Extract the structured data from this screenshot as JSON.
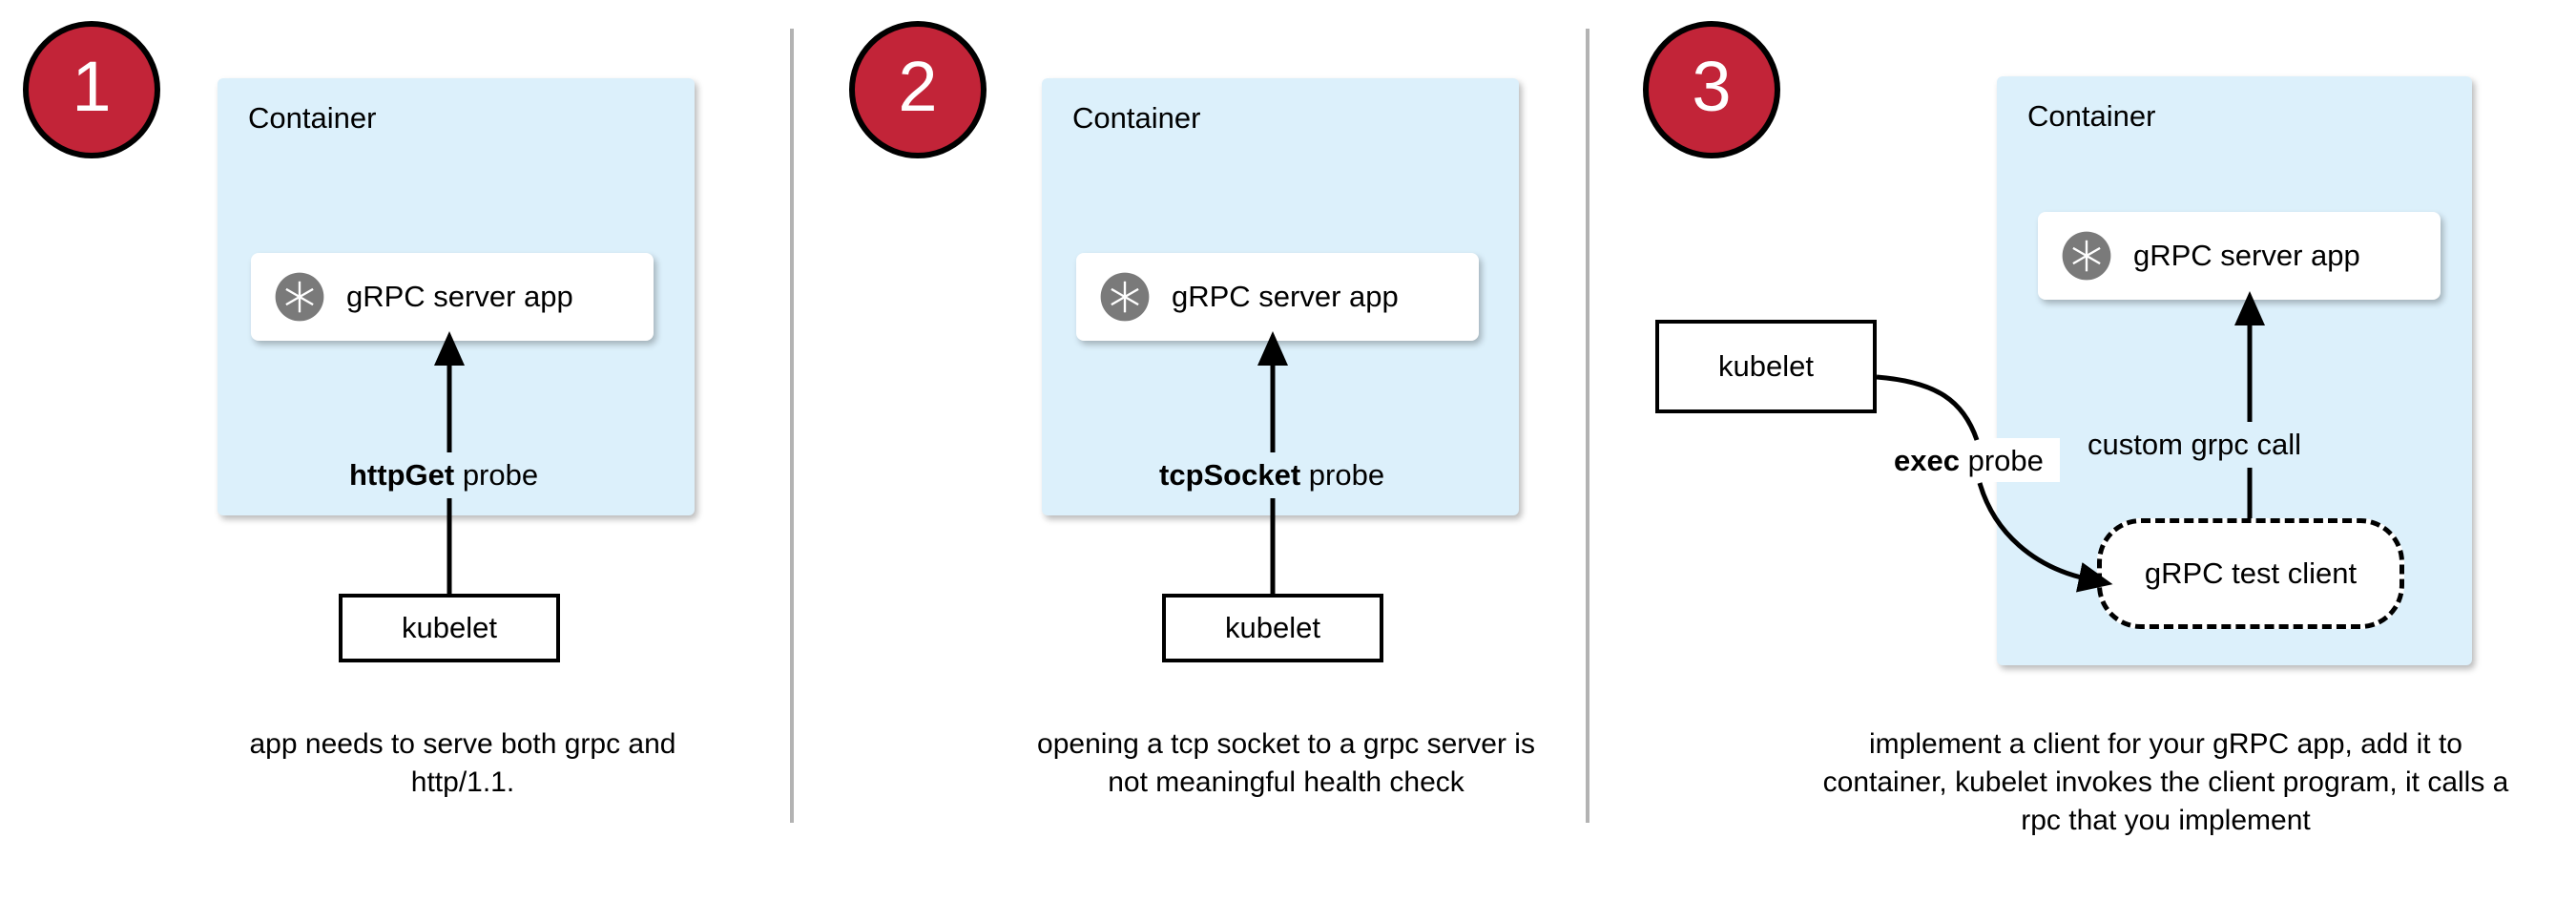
{
  "diagram": {
    "title": "gRPC health probe approaches",
    "colors": {
      "badge_fill": "#c22438",
      "badge_border": "#000000",
      "badge_text": "#ffffff",
      "container_fill": "#dcf0fb",
      "app_box_fill": "#ffffff",
      "divider": "#b3b3b3",
      "stroke": "#000000",
      "icon_gray": "#7a7a7a"
    }
  },
  "panels": [
    {
      "number": "1",
      "container_label": "Container",
      "app_label": "gRPC server app",
      "app_icon": "aperture-icon",
      "probe_label_bold": "httpGet",
      "probe_label_rest": " probe",
      "kubelet_label": "kubelet",
      "caption": "app needs to serve both grpc and http/1.1."
    },
    {
      "number": "2",
      "container_label": "Container",
      "app_label": "gRPC server app",
      "app_icon": "aperture-icon",
      "probe_label_bold": "tcpSocket",
      "probe_label_rest": " probe",
      "kubelet_label": "kubelet",
      "caption": "opening a tcp socket to a grpc server is not meaningful health check"
    },
    {
      "number": "3",
      "container_label": "Container",
      "app_label": "gRPC server app",
      "app_icon": "aperture-icon",
      "probe_label_bold": "exec",
      "probe_label_rest": " probe",
      "call_label": "custom grpc call",
      "test_client_label": "gRPC test client",
      "kubelet_label": "kubelet",
      "caption": "implement a client for your gRPC app, add it to container, kubelet invokes the client program, it calls a rpc that you implement"
    }
  ]
}
